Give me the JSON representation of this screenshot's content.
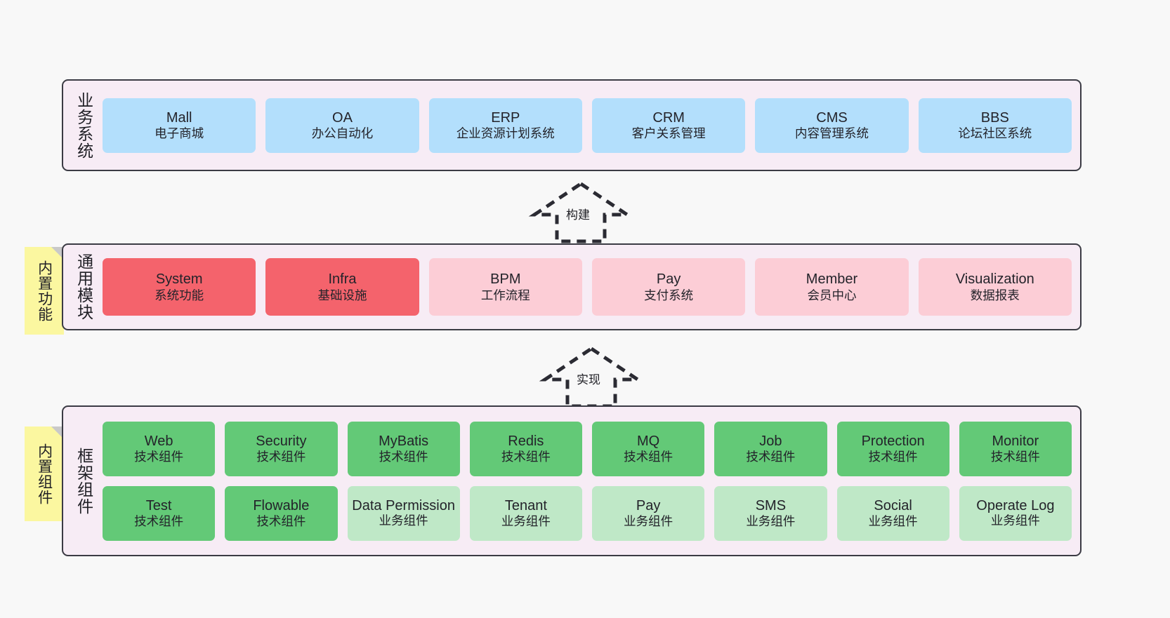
{
  "diagram": {
    "title": "ruoyi-vue-pro architecture layers",
    "colors": {
      "canvas": "#f8f8f8",
      "container_fill": "#f7ecf5",
      "container_border": "#3b3b44",
      "business_card": "#b3dffc",
      "module_primary": "#f4636c",
      "module_secondary": "#fccdd6",
      "tech_component": "#63c977",
      "business_component": "#bfe8c7",
      "sticky_note": "#fbf7a0"
    }
  },
  "layers": [
    {
      "label": "业务系统",
      "sticky": null,
      "rows": [
        [
          {
            "title": "Mall",
            "subtitle": "电子商城",
            "style": "c-blue"
          },
          {
            "title": "OA",
            "subtitle": "办公自动化",
            "style": "c-blue"
          },
          {
            "title": "ERP",
            "subtitle": "企业资源计划系统",
            "style": "c-blue"
          },
          {
            "title": "CRM",
            "subtitle": "客户关系管理",
            "style": "c-blue"
          },
          {
            "title": "CMS",
            "subtitle": "内容管理系统",
            "style": "c-blue"
          },
          {
            "title": "BBS",
            "subtitle": "论坛社区系统",
            "style": "c-blue"
          }
        ]
      ]
    },
    {
      "label": "通用模块",
      "sticky": "内置功能",
      "rows": [
        [
          {
            "title": "System",
            "subtitle": "系统功能",
            "style": "c-red"
          },
          {
            "title": "Infra",
            "subtitle": "基础设施",
            "style": "c-red"
          },
          {
            "title": "BPM",
            "subtitle": "工作流程",
            "style": "c-pink"
          },
          {
            "title": "Pay",
            "subtitle": "支付系统",
            "style": "c-pink"
          },
          {
            "title": "Member",
            "subtitle": "会员中心",
            "style": "c-pink"
          },
          {
            "title": "Visualization",
            "subtitle": "数据报表",
            "style": "c-pink"
          }
        ]
      ]
    },
    {
      "label": "框架组件",
      "sticky": "内置组件",
      "rows": [
        [
          {
            "title": "Web",
            "subtitle": "技术组件",
            "style": "c-green"
          },
          {
            "title": "Security",
            "subtitle": "技术组件",
            "style": "c-green"
          },
          {
            "title": "MyBatis",
            "subtitle": "技术组件",
            "style": "c-green"
          },
          {
            "title": "Redis",
            "subtitle": "技术组件",
            "style": "c-green"
          },
          {
            "title": "MQ",
            "subtitle": "技术组件",
            "style": "c-green"
          },
          {
            "title": "Job",
            "subtitle": "技术组件",
            "style": "c-green"
          },
          {
            "title": "Protection",
            "subtitle": "技术组件",
            "style": "c-green"
          },
          {
            "title": "Monitor",
            "subtitle": "技术组件",
            "style": "c-green"
          }
        ],
        [
          {
            "title": "Test",
            "subtitle": "技术组件",
            "style": "c-green"
          },
          {
            "title": "Flowable",
            "subtitle": "技术组件",
            "style": "c-green"
          },
          {
            "title": "Data Permission",
            "subtitle": "业务组件",
            "style": "c-lightgreen"
          },
          {
            "title": "Tenant",
            "subtitle": "业务组件",
            "style": "c-lightgreen"
          },
          {
            "title": "Pay",
            "subtitle": "业务组件",
            "style": "c-lightgreen"
          },
          {
            "title": "SMS",
            "subtitle": "业务组件",
            "style": "c-lightgreen"
          },
          {
            "title": "Social",
            "subtitle": "业务组件",
            "style": "c-lightgreen"
          },
          {
            "title": "Operate Log",
            "subtitle": "业务组件",
            "style": "c-lightgreen"
          }
        ]
      ]
    }
  ],
  "connectors": [
    {
      "label": "构建"
    },
    {
      "label": "实现"
    }
  ]
}
